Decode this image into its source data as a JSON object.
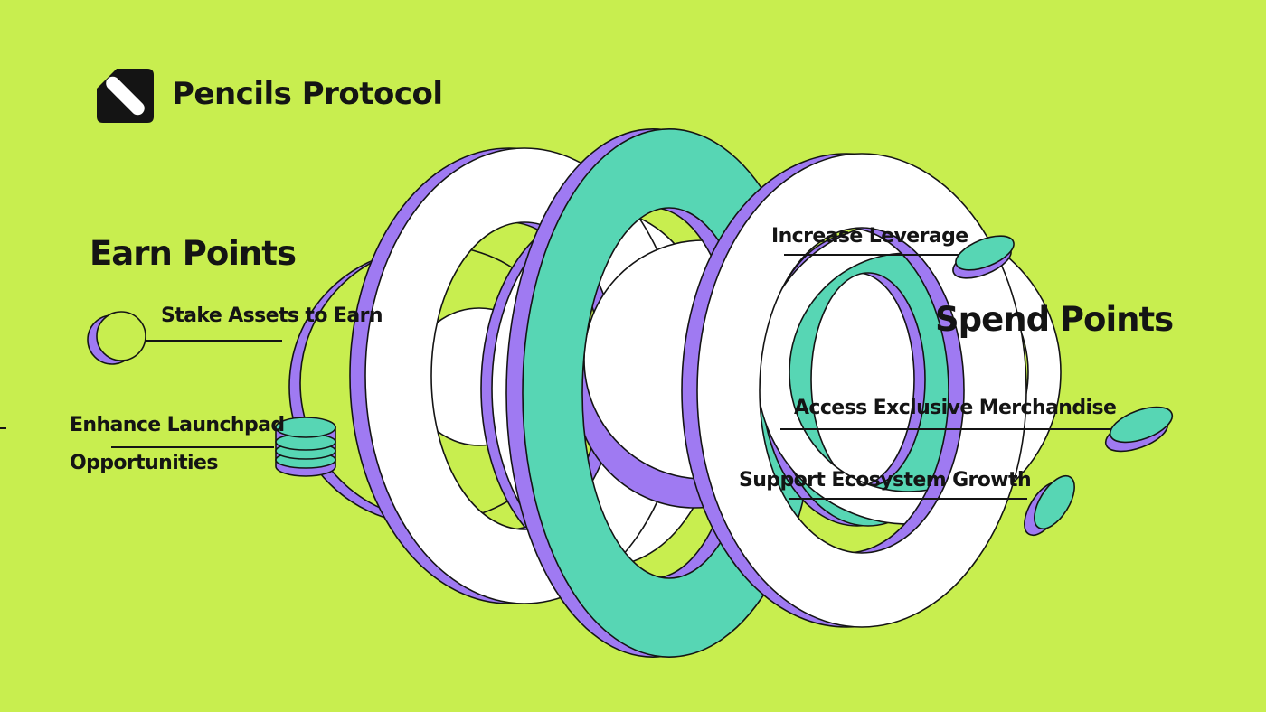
{
  "brand": {
    "name": "Pencils Protocol"
  },
  "earn": {
    "heading": "Earn Points",
    "stake_label": "Stake Assets to Earn",
    "launchpad_line1": "Enhance Launchpad",
    "launchpad_line2": "Opportunities"
  },
  "spend": {
    "heading": "Spend Points",
    "leverage_label": "Increase Leverage",
    "merchandise_label": "Access Exclusive Merchandise",
    "growth_label": "Support Ecosystem Growth"
  },
  "colors": {
    "background": "#c8ee4f",
    "ring_teal": "#57d6b4",
    "ring_purple": "#9f7af2",
    "ring_white": "#ffffff",
    "outline": "#141414",
    "text": "#141414"
  },
  "icons": [
    {
      "name": "pencils-logo-mark"
    },
    {
      "name": "stake-node-circle"
    },
    {
      "name": "coin-stack-icon"
    },
    {
      "name": "leverage-coin-icon"
    },
    {
      "name": "merchandise-coin-icon"
    },
    {
      "name": "growth-coin-icon"
    }
  ]
}
